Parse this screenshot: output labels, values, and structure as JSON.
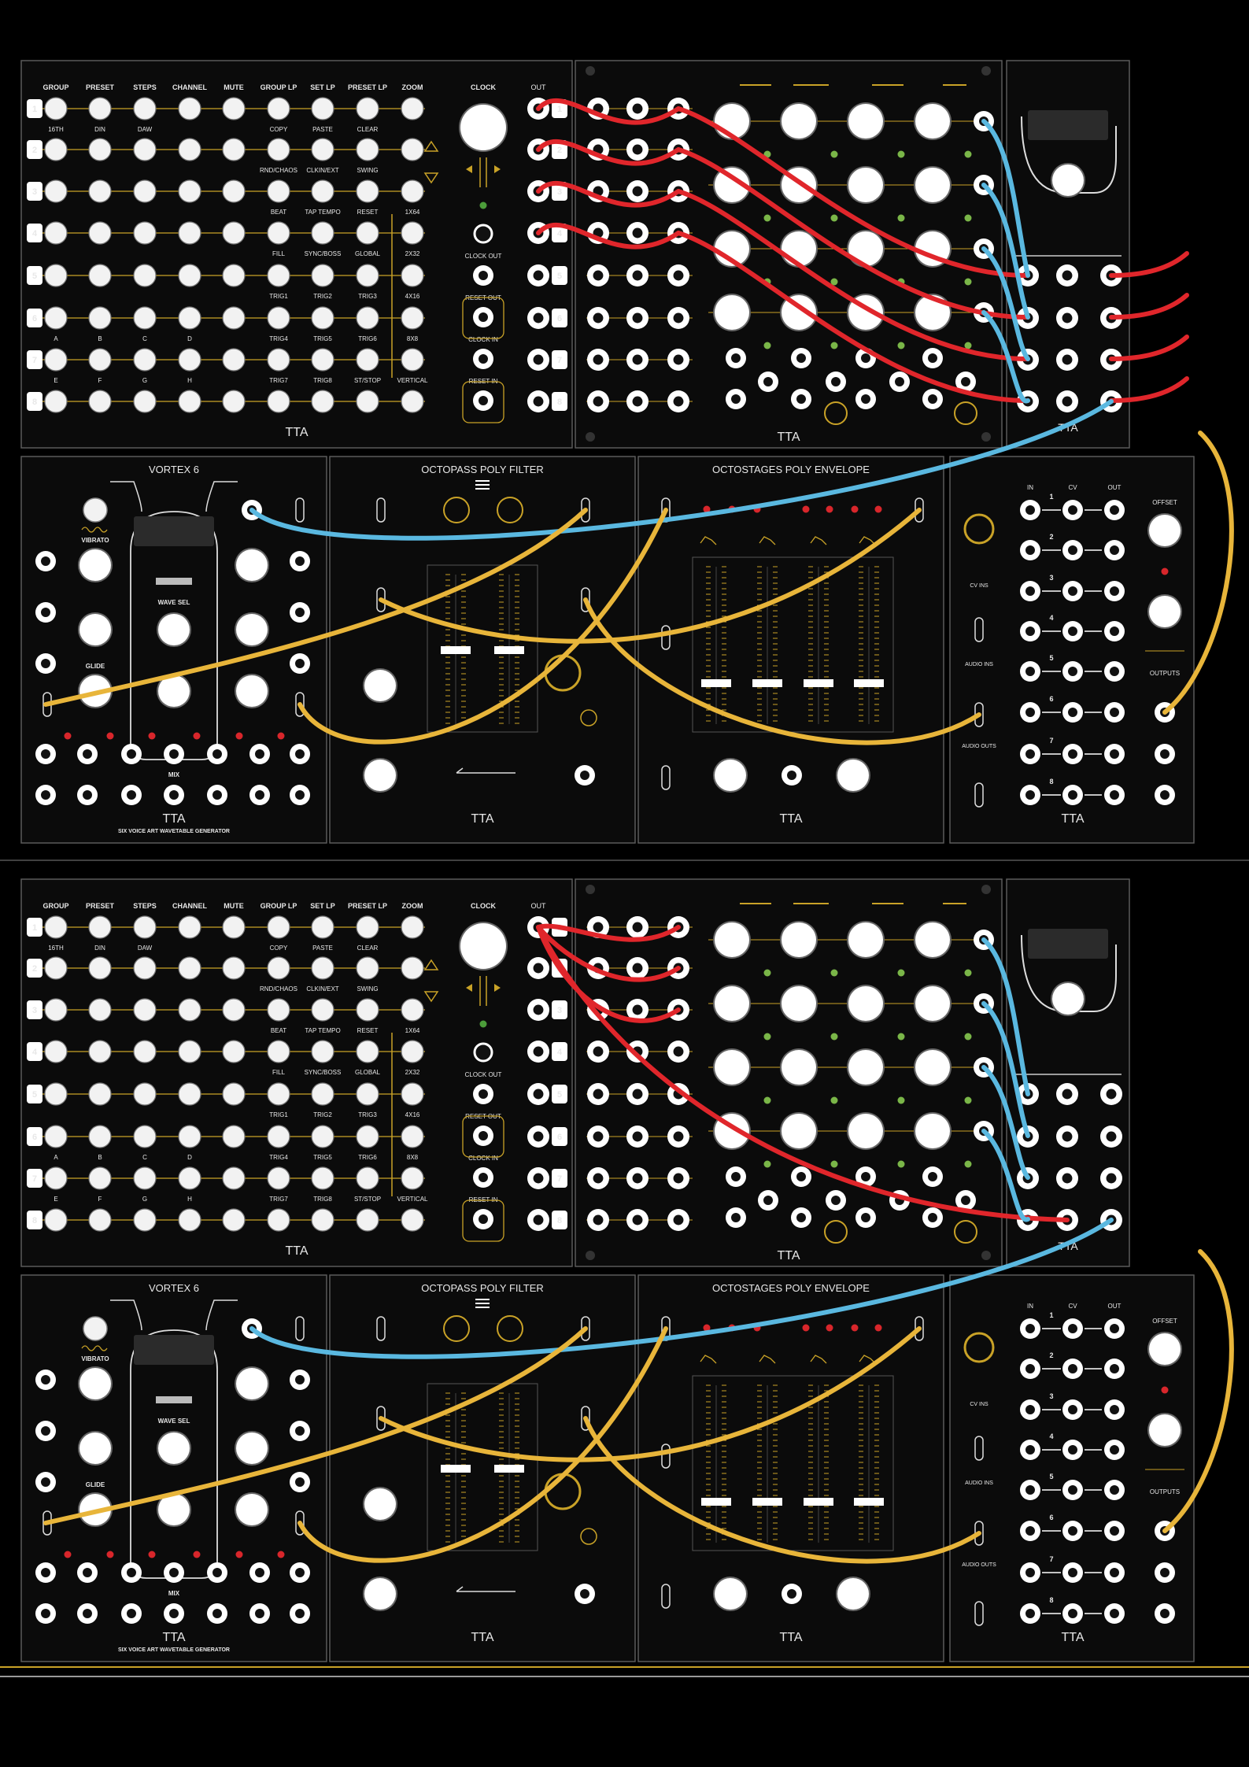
{
  "theme": {
    "background": "#000000",
    "panel": "#0b0b0b",
    "panel_border": "#5a5a5a",
    "accent": "#c9a227",
    "jack_ring": "#ffffff",
    "cable_red": "#e0262b",
    "cable_blue": "#5ab8e0",
    "cable_yellow": "#e8b53a",
    "led_green": "#7ab648",
    "led_red": "#d8262b"
  },
  "sequencer": {
    "headers": [
      "GROUP",
      "PRESET",
      "STEPS",
      "CHANNEL",
      "MUTE",
      "GROUP LP",
      "SET LP",
      "PRESET LP",
      "ZOOM"
    ],
    "clock_label": "CLOCK",
    "out_label": "OUT",
    "row_numbers": [
      "1",
      "2",
      "3",
      "4",
      "5",
      "6",
      "7",
      "8"
    ],
    "out_numbers": [
      "1",
      "2",
      "3",
      "4",
      "5",
      "6",
      "7",
      "8"
    ],
    "row_labels": [
      [
        "16TH",
        "DIN",
        "DAW",
        "",
        "",
        "COPY",
        "PASTE",
        "CLEAR",
        ""
      ],
      [
        "",
        "",
        "",
        "",
        "",
        "RND/CHAOS",
        "CLKIN/EXT",
        "SWING",
        ""
      ],
      [
        "",
        "",
        "",
        "",
        "",
        "BEAT",
        "TAP TEMPO",
        "RESET",
        "1X64"
      ],
      [
        "",
        "",
        "",
        "",
        "",
        "FILL",
        "SYNC/BOSS",
        "GLOBAL",
        "2X32"
      ],
      [
        "",
        "",
        "",
        "",
        "",
        "TRIG1",
        "TRIG2",
        "TRIG3",
        "4X16"
      ],
      [
        "A",
        "B",
        "C",
        "D",
        "",
        "TRIG4",
        "TRIG5",
        "TRIG6",
        "8X8"
      ],
      [
        "E",
        "F",
        "G",
        "H",
        "",
        "TRIG7",
        "TRIG8",
        "ST/STOP",
        "VERTICAL"
      ]
    ],
    "jack_labels": [
      "CLOCK OUT",
      "RESET OUT",
      "CLOCK IN",
      "RESET IN"
    ],
    "brand": "TTA"
  },
  "quantizer_brand": "TTA",
  "vortex": {
    "title": "VORTEX 6",
    "vibrato": "VIBRATO",
    "wave_sel": "WAVE SEL",
    "glide": "GLIDE",
    "mix": "MIX",
    "brand": "TTA",
    "subtitle": "SIX VOICE ART WAVETABLE GENERATOR"
  },
  "filter": {
    "title": "OCTOPASS POLY FILTER",
    "brand": "TTA"
  },
  "envelope": {
    "title": "OCTOSTAGES POLY ENVELOPE",
    "brand": "TTA"
  },
  "vca": {
    "headers": [
      "IN",
      "CV",
      "OUT"
    ],
    "offset": "OFFSET",
    "cv_ins": "CV INS",
    "audio_ins": "AUDIO INS",
    "audio_outs": "AUDIO OUTS",
    "outputs": "OUTPUTS",
    "row_numbers": [
      "1",
      "2",
      "3",
      "4",
      "5",
      "6",
      "7",
      "8"
    ],
    "brand": "TTA"
  }
}
